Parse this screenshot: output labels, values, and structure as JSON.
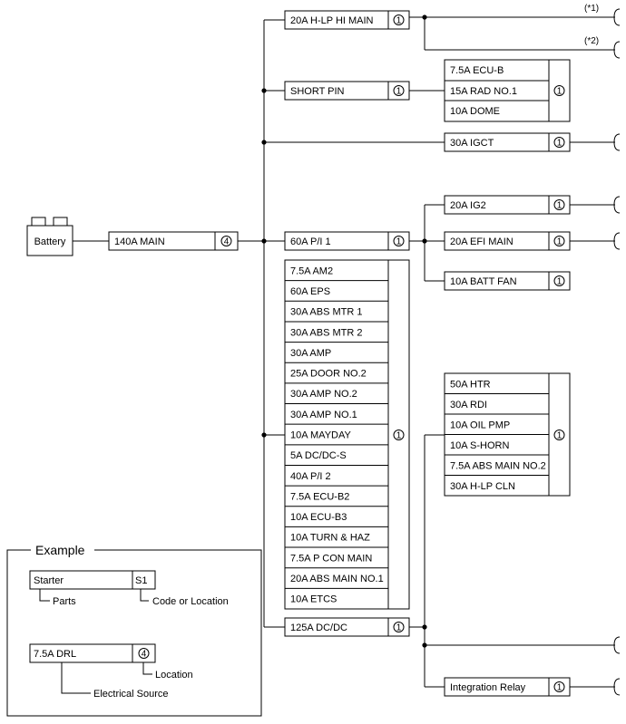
{
  "battery": {
    "label": "Battery"
  },
  "main_fuse": {
    "label": "140A MAIN",
    "loc": "4"
  },
  "top_fuses": {
    "hlp_hi_main": {
      "label": "20A H-LP HI MAIN",
      "loc": "1"
    },
    "short_pin": {
      "label": "SHORT PIN",
      "loc": "1"
    },
    "igct": {
      "label": "30A IGCT",
      "loc": "1"
    },
    "pi1": {
      "label": "60A P/I 1",
      "loc": "1"
    },
    "dcdc": {
      "label": "125A DC/DC",
      "loc": "1"
    }
  },
  "notes": {
    "n1": "(*1)",
    "n2": "(*2)"
  },
  "short_pin_group": {
    "loc": "1",
    "items": [
      {
        "label": "7.5A ECU-B"
      },
      {
        "label": "15A RAD NO.1"
      },
      {
        "label": "10A DOME"
      }
    ]
  },
  "pi1_branch": [
    {
      "label": "20A IG2",
      "loc": "1"
    },
    {
      "label": "20A EFI MAIN",
      "loc": "1"
    },
    {
      "label": "10A BATT FAN",
      "loc": "1"
    }
  ],
  "big_group": {
    "loc": "1",
    "items": [
      {
        "label": "7.5A AM2"
      },
      {
        "label": "60A EPS"
      },
      {
        "label": "30A ABS MTR 1"
      },
      {
        "label": "30A ABS MTR 2"
      },
      {
        "label": "30A AMP"
      },
      {
        "label": "25A DOOR NO.2"
      },
      {
        "label": "30A AMP NO.2"
      },
      {
        "label": "30A AMP NO.1"
      },
      {
        "label": "10A MAYDAY"
      },
      {
        "label": "5A DC/DC-S"
      },
      {
        "label": "40A P/I 2"
      },
      {
        "label": "7.5A ECU-B2"
      },
      {
        "label": "10A ECU-B3"
      },
      {
        "label": "10A TURN & HAZ"
      },
      {
        "label": "7.5A P CON MAIN"
      },
      {
        "label": "20A ABS MAIN NO.1"
      },
      {
        "label": "10A ETCS"
      }
    ]
  },
  "dcdc_group": {
    "loc": "1",
    "items": [
      {
        "label": "50A HTR"
      },
      {
        "label": "30A RDI"
      },
      {
        "label": "10A OIL PMP"
      },
      {
        "label": "10A S-HORN"
      },
      {
        "label": "7.5A ABS MAIN NO.2"
      },
      {
        "label": "30A H-LP CLN"
      }
    ]
  },
  "integration_relay": {
    "label": "Integration Relay",
    "loc": "1"
  },
  "legend": {
    "title": "Example",
    "part_box": {
      "label": "Starter",
      "code": "S1"
    },
    "parts_caption": "Parts",
    "code_caption": "Code or Location",
    "source_box": {
      "label": "7.5A DRL",
      "loc": "4"
    },
    "location_caption": "Location",
    "source_caption": "Electrical Source"
  }
}
